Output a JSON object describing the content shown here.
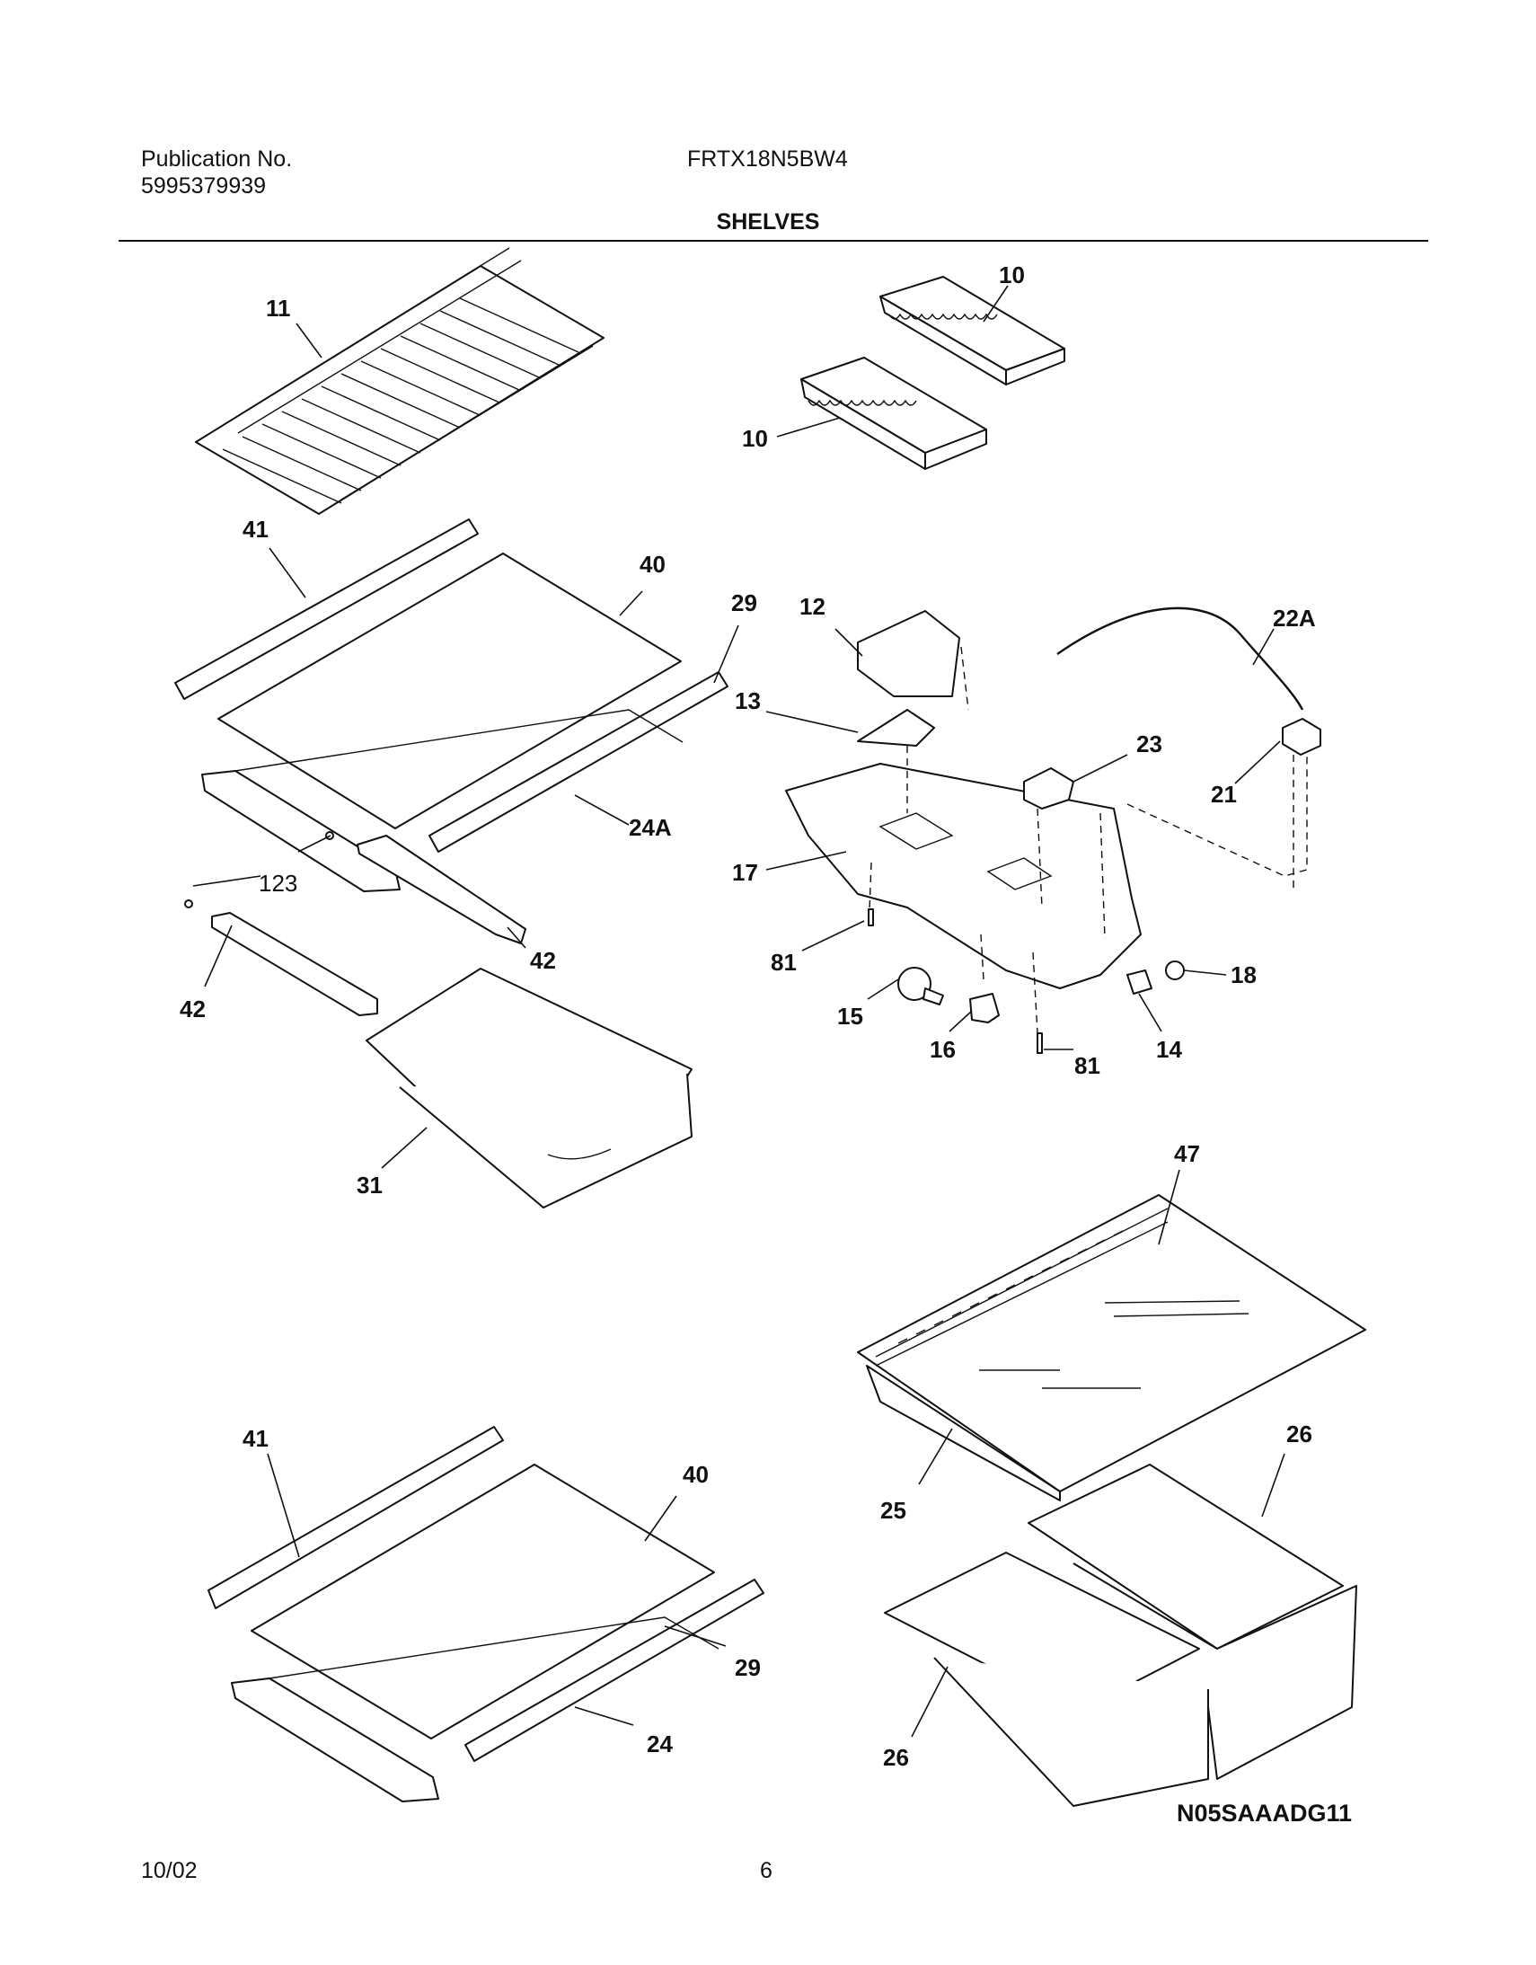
{
  "header": {
    "publication_label": "Publication No.",
    "publication_number": "5995379939",
    "model": "FRTX18N5BW4",
    "section_title": "SHELVES"
  },
  "footer": {
    "date": "10/02",
    "page": "6",
    "diagram_code": "N05SAAADG11"
  },
  "callouts": [
    "11",
    "10",
    "10",
    "41",
    "40",
    "29",
    "24A",
    "123",
    "42",
    "42",
    "31",
    "12",
    "22A",
    "13",
    "23",
    "21",
    "17",
    "81",
    "18",
    "15",
    "16",
    "81",
    "14",
    "47",
    "41",
    "40",
    "29",
    "24",
    "25",
    "26",
    "26"
  ]
}
